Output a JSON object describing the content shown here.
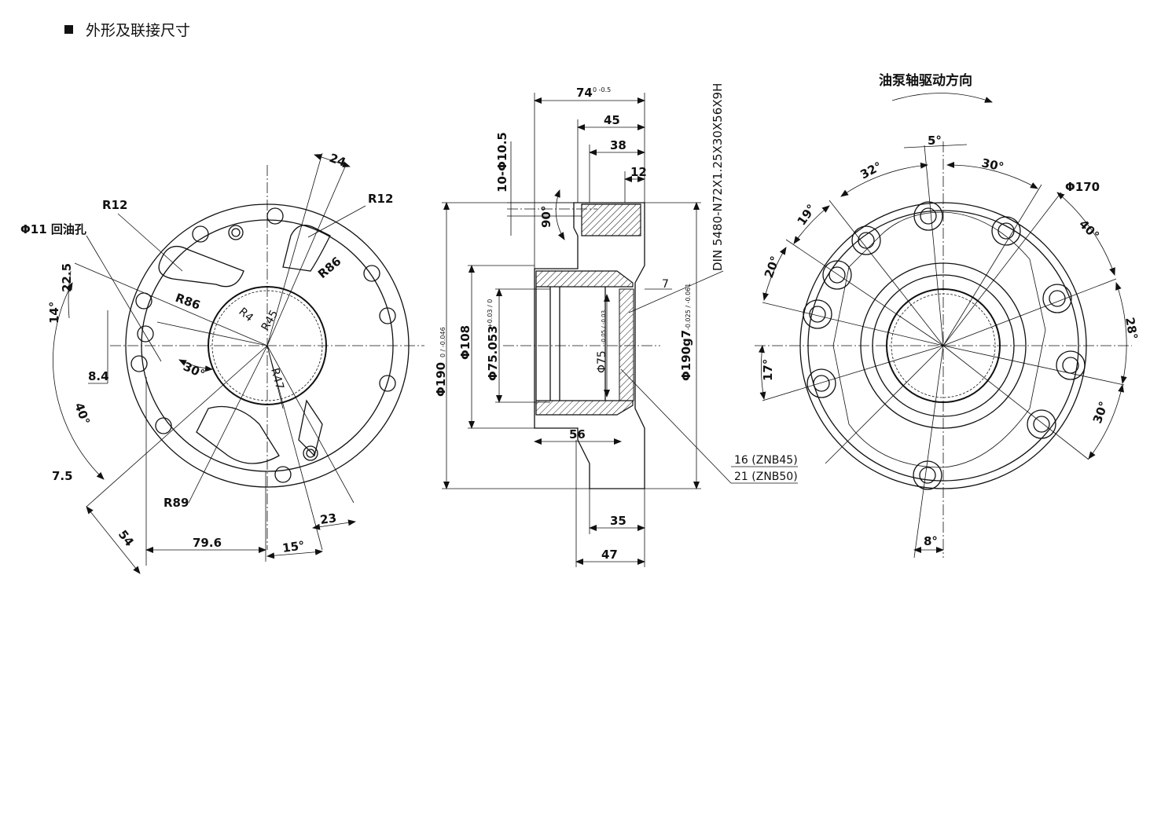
{
  "header": {
    "title": "外形及联接尺寸",
    "bullet_icon": "square-bullet-icon"
  },
  "left_view": {
    "labels": {
      "r12_left": "R12",
      "r12_right": "R12",
      "oil_hole": "Φ11 回油孔",
      "d24": "24",
      "r86_top": "R86",
      "r86_mid": "R86",
      "r45": "R45",
      "r47": "R47",
      "r4": "R4",
      "a30": "30°",
      "d22_5": "22.5",
      "a14": "14°",
      "d8_4": "8.4",
      "a40": "40°",
      "d7_5": "7.5",
      "r89": "R89",
      "d54": "54",
      "d79_6": "79.6",
      "a15": "15°",
      "d23": "23"
    }
  },
  "section_view": {
    "labels": {
      "d74": "74",
      "d74_tol": "0\n-0.5",
      "d45": "45",
      "d38": "38",
      "d12": "12",
      "thread": "10-Φ10.5",
      "a90": "90°",
      "spline": "DIN 5480-N72X1.25X30X56X9H",
      "d7": "7",
      "dia190": "Φ190",
      "dia190_tol": "0 / -0.046",
      "dia108": "Φ108",
      "dia75_053": "Φ75.053",
      "dia75_053_tol": "+0.03 / 0",
      "dia75": "Φ75",
      "dia75_tol": "-0.05 / -0.03",
      "dia190g7": "Φ190g7",
      "dia190g7_tol": "-0.025 / -0.061",
      "d56": "56",
      "d35": "35",
      "d47": "47",
      "note16": "16 (ZNB45)",
      "note21": "21 (ZNB50)"
    }
  },
  "right_view": {
    "labels": {
      "direction": "油泵轴驱动方向",
      "a5": "5°",
      "a32": "32°",
      "a30_top": "30°",
      "dia170": "Φ170",
      "a19": "19°",
      "a40": "40°",
      "a20": "20°",
      "a28": "28°",
      "a17": "17°",
      "a30_right": "30°",
      "a8": "8°"
    }
  }
}
